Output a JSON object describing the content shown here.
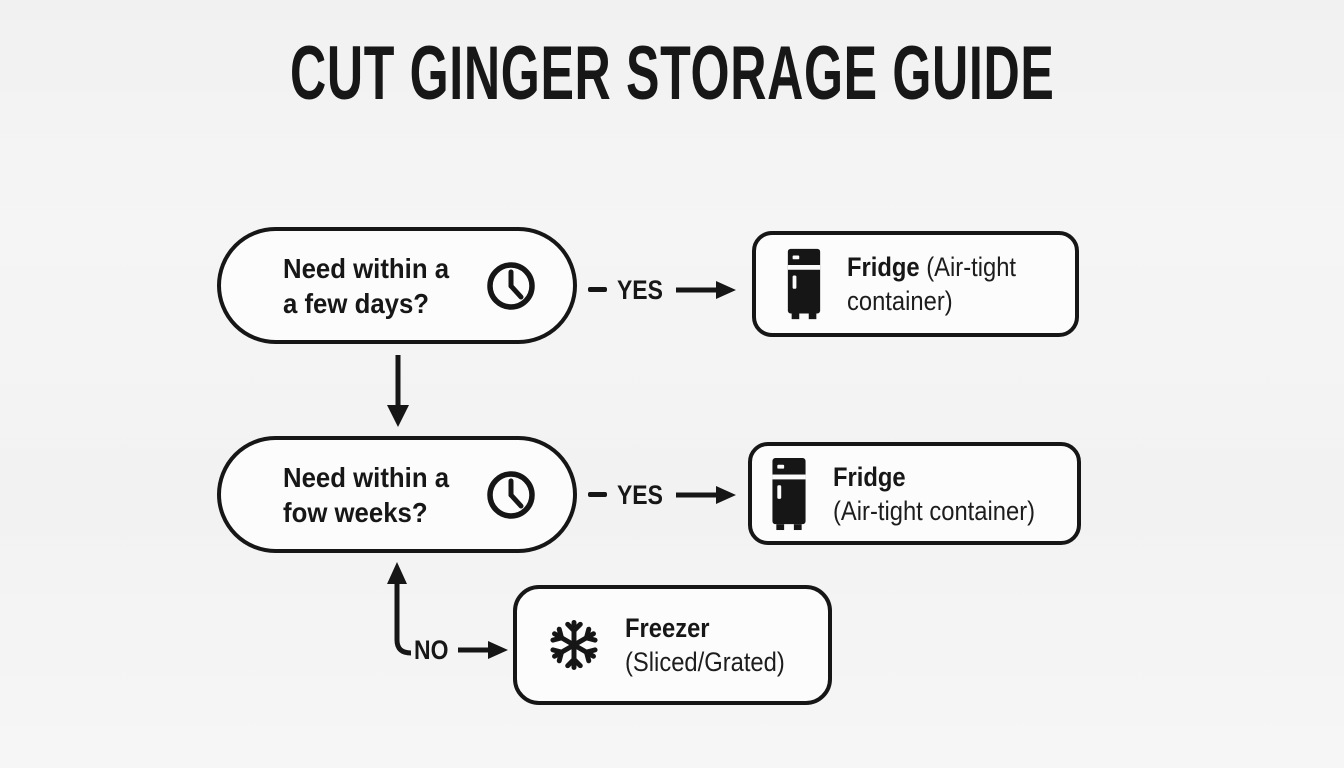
{
  "title": "CUT GINGER STORAGE GUIDE",
  "colors": {
    "background": "#f3f3f3",
    "ink": "#161616",
    "node_fill": "#fcfcfc"
  },
  "questions": [
    {
      "line1": "Need within a",
      "line2": "a few days?",
      "icon": "clock-icon"
    },
    {
      "line1": "Need within a",
      "line2": "fow weeks?",
      "icon": "clock-icon"
    }
  ],
  "results": [
    {
      "title": "Fridge",
      "subtitle_line1": "(Air-tight",
      "subtitle_line2": "container)",
      "icon": "fridge-icon"
    },
    {
      "title": "Fridge",
      "subtitle": "(Air-tight container)",
      "icon": "fridge-icon"
    },
    {
      "title": "Freezer",
      "subtitle": "(Sliced/Grated)",
      "icon": "snowflake-icon"
    }
  ],
  "connectors": {
    "yes_top": "YES",
    "yes_middle": "YES",
    "no": "NO"
  }
}
